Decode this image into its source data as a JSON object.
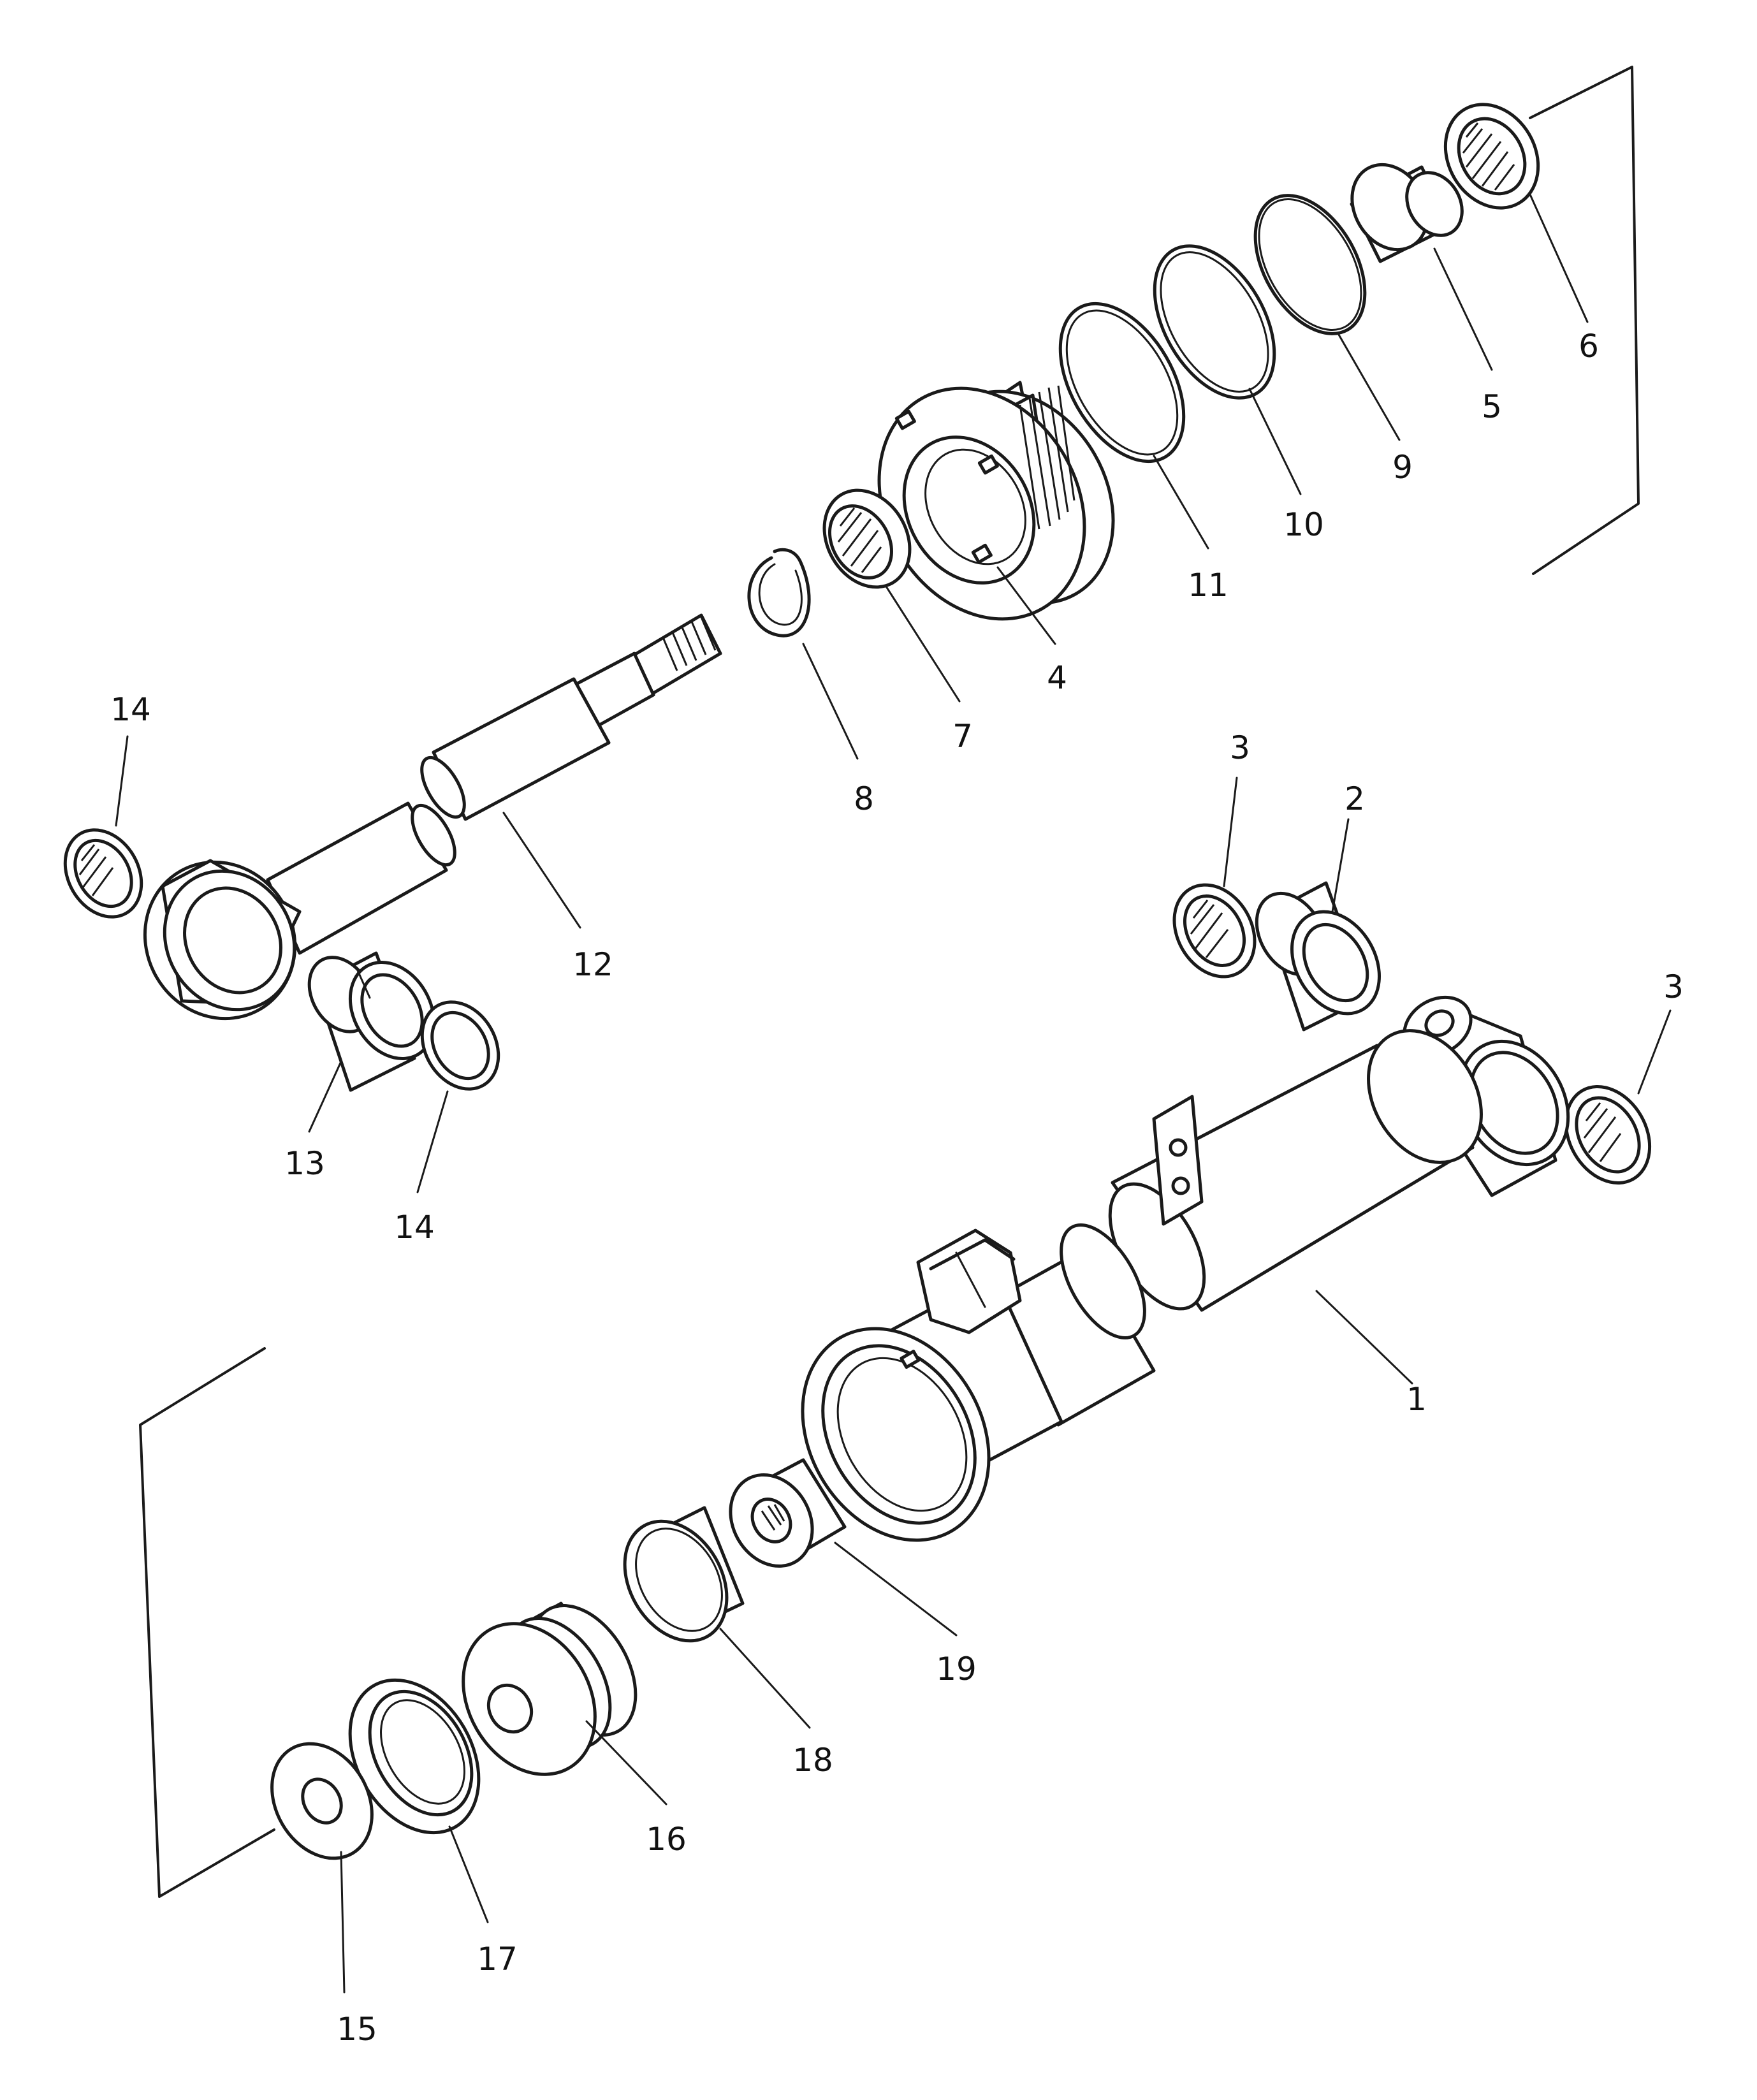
{
  "callouts": [
    {
      "id": "p1",
      "text": "1"
    },
    {
      "id": "p2",
      "text": "2"
    },
    {
      "id": "p3a",
      "text": "3"
    },
    {
      "id": "p3b",
      "text": "3"
    },
    {
      "id": "p4",
      "text": "4"
    },
    {
      "id": "p5",
      "text": "5"
    },
    {
      "id": "p6",
      "text": "6"
    },
    {
      "id": "p7",
      "text": "7"
    },
    {
      "id": "p8",
      "text": "8"
    },
    {
      "id": "p9",
      "text": "9"
    },
    {
      "id": "p10",
      "text": "10"
    },
    {
      "id": "p11",
      "text": "11"
    },
    {
      "id": "p12",
      "text": "12"
    },
    {
      "id": "p13",
      "text": "13"
    },
    {
      "id": "p14a",
      "text": "14"
    },
    {
      "id": "p14b",
      "text": "14"
    },
    {
      "id": "p15",
      "text": "15"
    },
    {
      "id": "p16",
      "text": "16"
    },
    {
      "id": "p17",
      "text": "17"
    },
    {
      "id": "p18",
      "text": "18"
    },
    {
      "id": "p19",
      "text": "19"
    }
  ]
}
